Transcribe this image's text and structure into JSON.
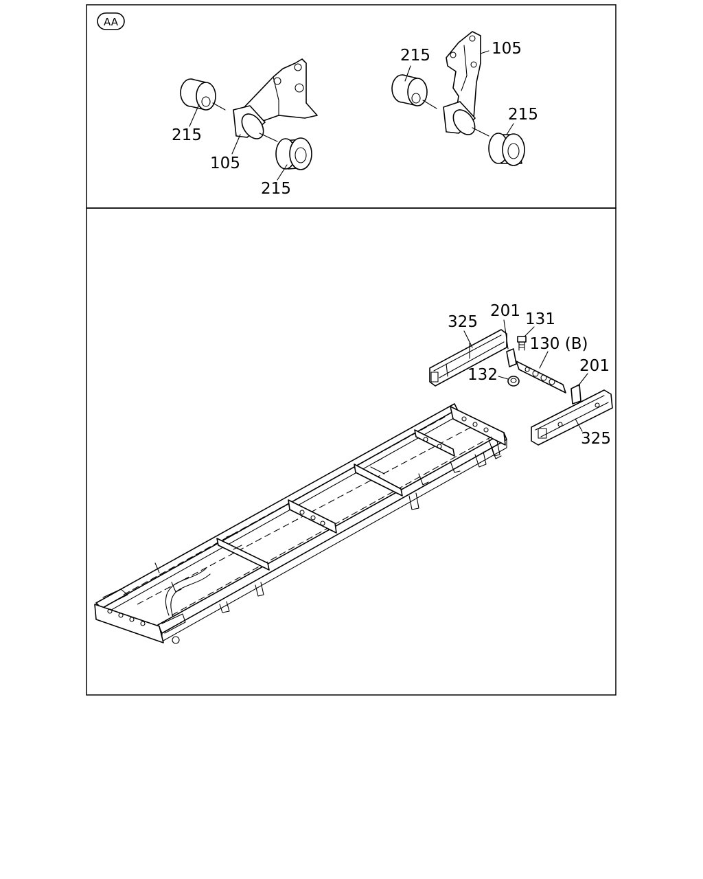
{
  "section_tag": "AA",
  "callouts": {
    "bushing_left_top": "215",
    "bracket_left": "105",
    "bushing_left_bottom": "215",
    "bushing_right_top": "215",
    "bracket_right": "105",
    "bushing_right_bottom": "215",
    "crossmember_top": "325",
    "gusset_top": "201",
    "bolt": "131",
    "crossbar": "130 (B)",
    "nut": "132",
    "gusset_right": "201",
    "crossmember_bottom": "325"
  }
}
